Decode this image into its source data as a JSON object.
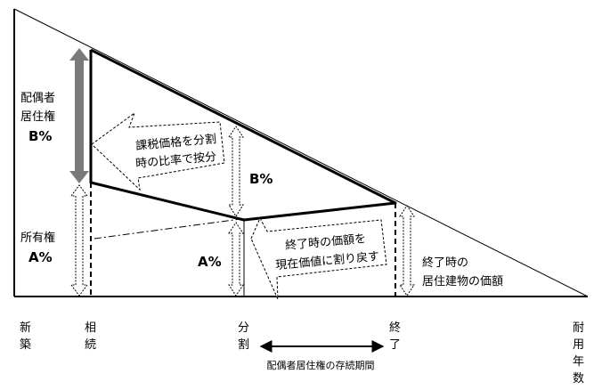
{
  "left_labels": {
    "spouse_right": [
      "配偶者",
      "居住権"
    ],
    "spouse_pct": "B%",
    "ownership": "所有権",
    "ownership_pct": "A%"
  },
  "center_labels": {
    "b_pct": "B%",
    "a_pct": "A%"
  },
  "callouts": {
    "split_ratio": [
      "課税価格を分割",
      "時の比率で按分"
    ],
    "discount": [
      "終了時の価額を",
      "現在価値に割り戻す"
    ]
  },
  "end_value": [
    "終了時の",
    "居住建物の価額"
  ],
  "x_axis": {
    "new": [
      "新",
      "築"
    ],
    "inherit": [
      "相",
      "続"
    ],
    "split": [
      "分",
      "割"
    ],
    "end": [
      "終",
      "了"
    ],
    "useful_life": [
      "耐",
      "用",
      "年",
      "数"
    ]
  },
  "period_label": "配偶者居住権の存続期間"
}
